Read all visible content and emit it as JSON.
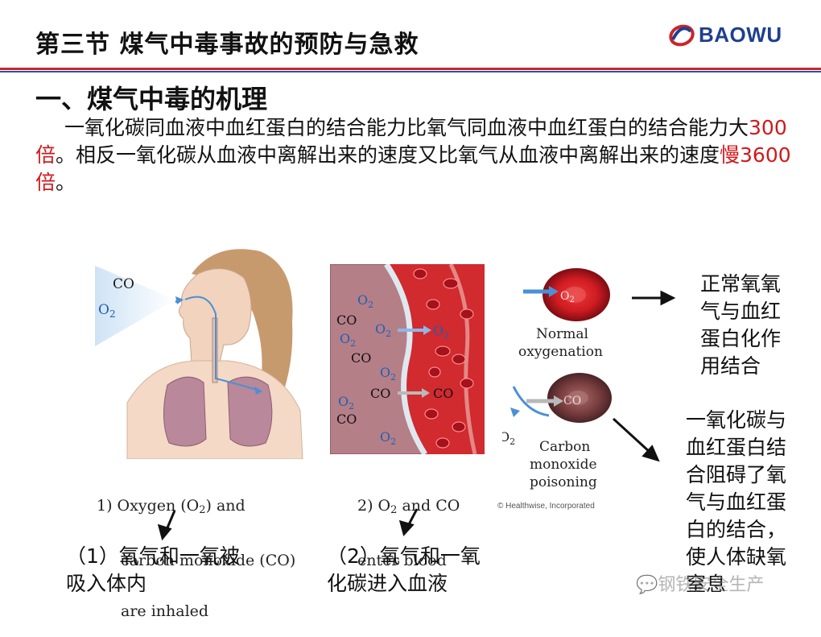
{
  "header": {
    "title": "第三节 煤气中毒事故的预防与急救",
    "logo_text": "BAOWU",
    "brand_colors": {
      "red": "#c8262c",
      "blue": "#1f3f8f"
    }
  },
  "section": {
    "title": "一、煤气中毒的机理",
    "paragraph": {
      "part1": "一氧化碳同血液中血红蛋白的结合能力比氧气同血液中血红蛋白的结合能力大",
      "highlight1": "300倍",
      "part2": "。相反一氧化碳从血液中离解出来的速度又比氧气从血液中离解出来的速度",
      "highlight2": "慢3600倍",
      "part3": "。"
    },
    "highlight_color": "#d0191c"
  },
  "figure": {
    "panel1": {
      "co_label": "CO",
      "o2_label": "O",
      "o2_sub": "2",
      "caption_line1_a": "1) Oxygen (O",
      "caption_line1_sub": "2",
      "caption_line1_b": ") and",
      "caption_line2": "carbon monoxide (CO)",
      "caption_line3": "are inhaled"
    },
    "panel2": {
      "co": "CO",
      "o2": "O",
      "sub2": "2",
      "caption_line1_a": "2) O",
      "caption_line1_sub": "2",
      "caption_line1_b": " and CO",
      "caption_line2": "enter blood"
    },
    "panel3": {
      "normal_line1": "Normal",
      "normal_line2": "oxygenation",
      "cell_o2": "O",
      "cell_o2_sub": "2",
      "cell_co": "CO",
      "o2_bounce": "O",
      "o2_bounce_sub": "2",
      "poison_line1": "Carbon",
      "poison_line2": "monoxide",
      "poison_line3": "poisoning",
      "credit": "© Healthwise, Incorporated"
    }
  },
  "labels": {
    "normal_binding": [
      "正常氧氧",
      "气与血红",
      "蛋白化作",
      "用结合"
    ],
    "co_binding": [
      "一氧化碳与",
      "血红蛋白结",
      "合阻碍了氧",
      "气与血红蛋",
      "白的结合，",
      "使人体缺氧",
      "窒息"
    ],
    "step1": [
      "（1）氧气和一氧被",
      "吸入体内"
    ],
    "step2": [
      "（2）氧气和一氧",
      "化碳进入血液"
    ]
  },
  "watermark": {
    "text": "钢铁安全生产"
  }
}
